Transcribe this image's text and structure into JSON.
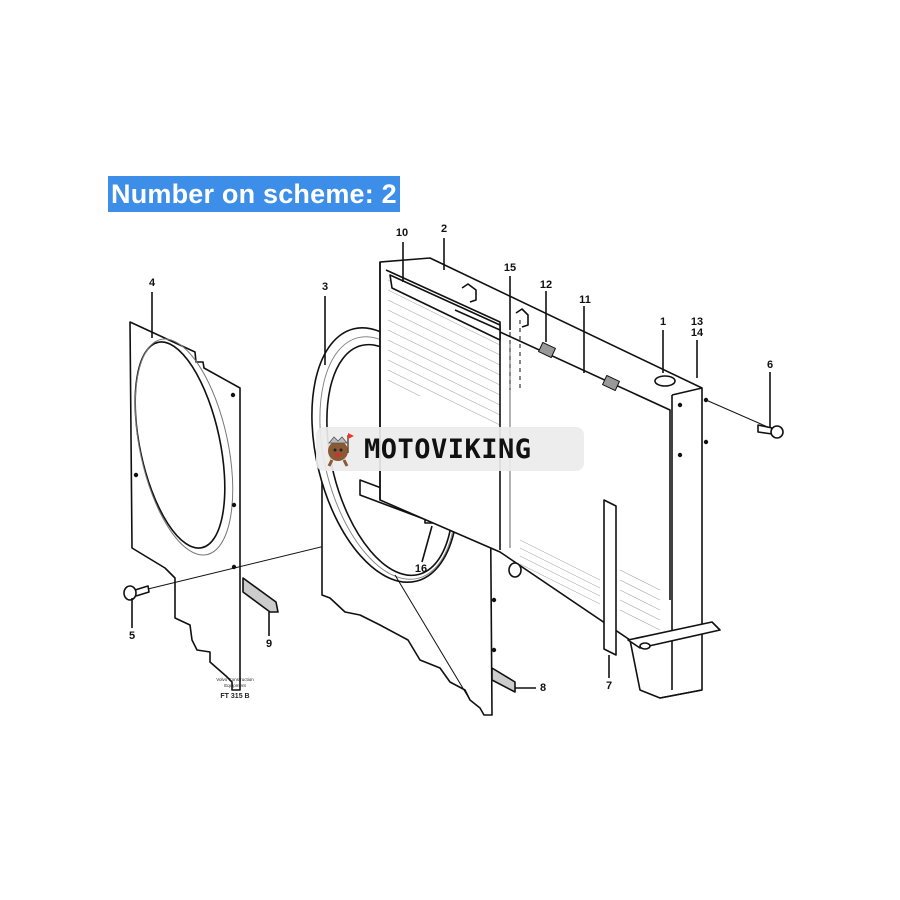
{
  "header": {
    "title": "Number on scheme: 2",
    "badge_color": "#3d8ee8"
  },
  "watermark": {
    "brand": "MOTOVIKING",
    "icon": "viking-mascot-icon"
  },
  "diagram": {
    "callouts": [
      {
        "id": "1",
        "label": "1"
      },
      {
        "id": "2",
        "label": "2"
      },
      {
        "id": "3",
        "label": "3"
      },
      {
        "id": "4",
        "label": "4"
      },
      {
        "id": "5",
        "label": "5"
      },
      {
        "id": "6",
        "label": "6"
      },
      {
        "id": "7",
        "label": "7"
      },
      {
        "id": "8",
        "label": "8"
      },
      {
        "id": "9",
        "label": "9"
      },
      {
        "id": "10",
        "label": "10"
      },
      {
        "id": "11",
        "label": "11"
      },
      {
        "id": "12",
        "label": "12"
      },
      {
        "id": "13",
        "label": "13"
      },
      {
        "id": "14",
        "label": "14"
      },
      {
        "id": "15",
        "label": "15"
      },
      {
        "id": "16",
        "label": "16"
      }
    ],
    "caption": {
      "line1": "Volvo Construction",
      "line2": "Equipment",
      "code": "FT 315 B"
    }
  }
}
